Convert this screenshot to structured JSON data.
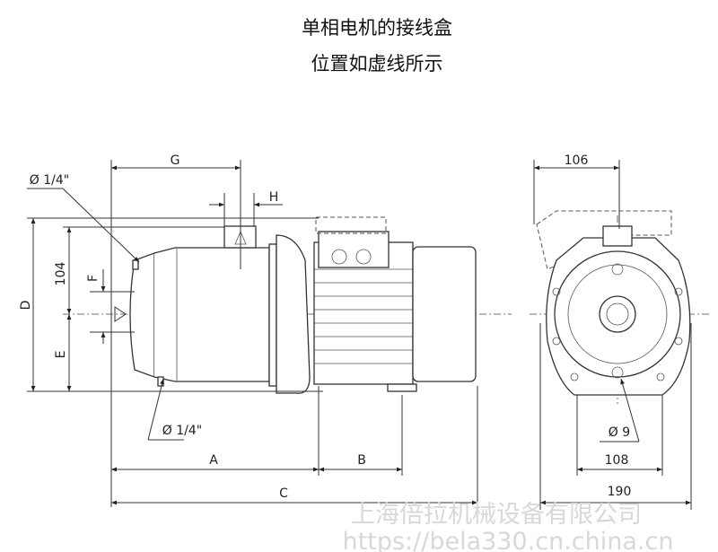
{
  "title": {
    "line1": "单相电机的接线盒",
    "line2": "位置如虚线所示"
  },
  "dimensions": {
    "G": "G",
    "H": "H",
    "D": "D",
    "v104": "104",
    "F": "F",
    "E": "E",
    "A": "A",
    "B": "B",
    "C": "C",
    "v106": "106",
    "v108": "108",
    "v190": "190",
    "phi9": "Ø 9",
    "phi_top": "Ø 1/4\"",
    "phi_bottom": "Ø 1/4\""
  },
  "watermark": {
    "company": "上海倍拉机械设备有限公司",
    "url": "https://bela330.cn.china.cn"
  }
}
